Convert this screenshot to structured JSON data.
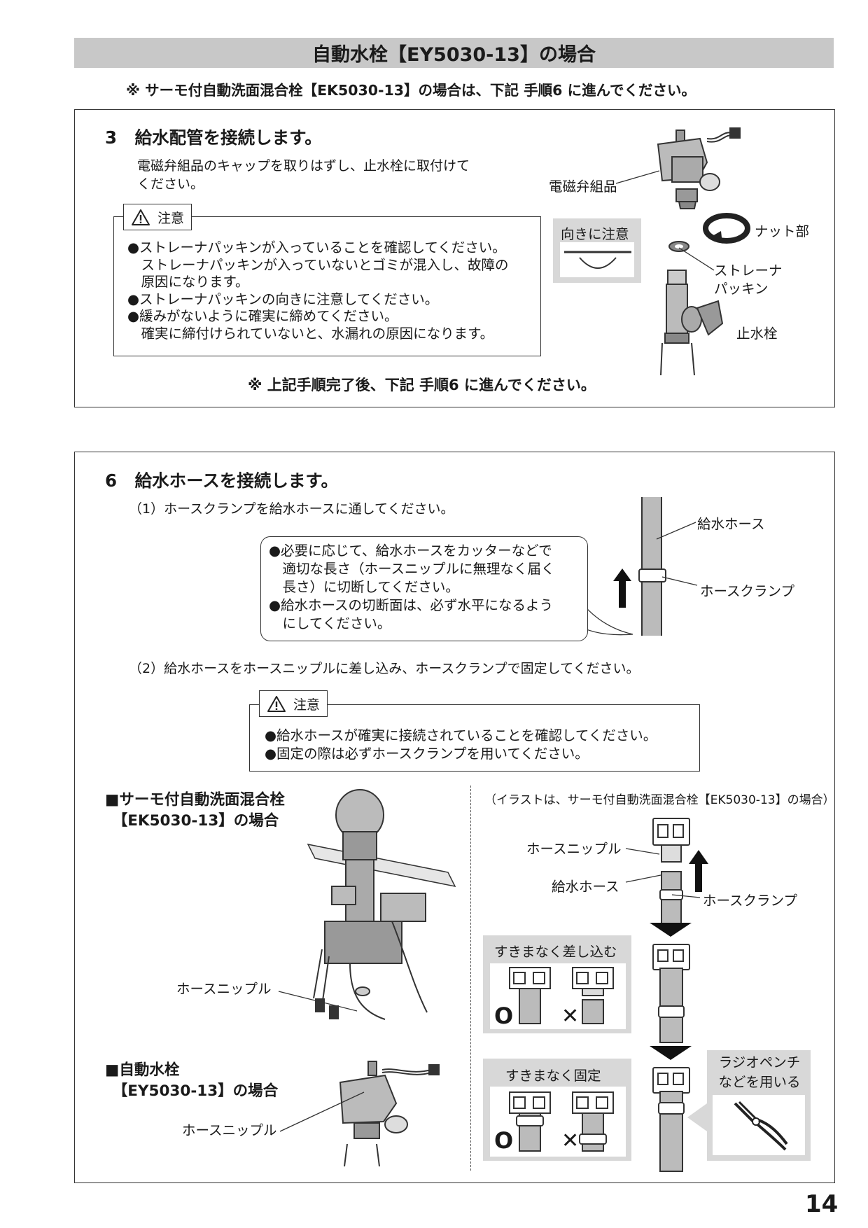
{
  "header": {
    "title": "自動水栓【EY5030-13】の場合",
    "note": "※ サーモ付自動洗面混合栓【EK5030-13】の場合は、下記 手順6 に進んでください。"
  },
  "step3": {
    "number": "3",
    "heading": "給水配管を接続します。",
    "body": [
      "電磁弁組品のキャップを取りはずし、止水栓に取付けて",
      "ください。"
    ],
    "caution_label": "注意",
    "caution_lines": [
      "●ストレーナパッキンが入っていることを確認してください。",
      "　ストレーナパッキンが入っていないとゴミが混入し、故障の",
      "　原因になります。",
      "●ストレーナパッキンの向きに注意してください。",
      "●緩みがないように確実に締めてください。",
      "　確実に締付けられていないと、水漏れの原因になります。"
    ],
    "footer_note": "※ 上記手順完了後、下記 手順6 に進んでください。",
    "figure": {
      "label_valve": "電磁弁組品",
      "label_nut": "ナット部",
      "label_orientation": "向きに注意",
      "label_packing": [
        "ストレーナ",
        "パッキン"
      ],
      "label_stopcock": "止水栓"
    }
  },
  "step6": {
    "number": "6",
    "heading": "給水ホースを接続します。",
    "sub1": "（1）ホースクランプを給水ホースに通してください。",
    "bubble_lines": [
      "●必要に応じて、給水ホースをカッターなどで",
      "　適切な長さ（ホースニップルに無理なく届く",
      "　長さ）に切断してください。",
      "●給水ホースの切断面は、必ず水平になるよう",
      "　にしてください。"
    ],
    "fig1": {
      "label_hose": "給水ホース",
      "label_clamp": "ホースクランプ"
    },
    "sub2": "（2）給水ホースをホースニップルに差し込み、ホースクランプで固定してください。",
    "caution_label": "注意",
    "caution_lines": [
      "●給水ホースが確実に接続されていることを確認してください。",
      "●固定の際は必ずホースクランプを用いてください。"
    ],
    "left_fig": {
      "title1": [
        "■サーモ付自動洗面混合栓",
        "　【EK5030-13】の場合"
      ],
      "label_nipple1": "ホースニップル",
      "title2": [
        "■自動水栓",
        "　【EY5030-13】の場合"
      ],
      "label_nipple2": "ホースニップル"
    },
    "right_fig": {
      "caption": "（イラストは、サーモ付自動洗面混合栓【EK5030-13】の場合）",
      "label_nipple": "ホースニップル",
      "label_hose": "給水ホース",
      "label_clamp": "ホースクランプ",
      "panel1_title": "すきまなく差し込む",
      "panel2_title": "すきまなく固定",
      "tool_label": [
        "ラジオペンチ",
        "などを用いる"
      ],
      "ok_mark": "O",
      "ng_mark": "✕"
    }
  },
  "page_number": "14"
}
